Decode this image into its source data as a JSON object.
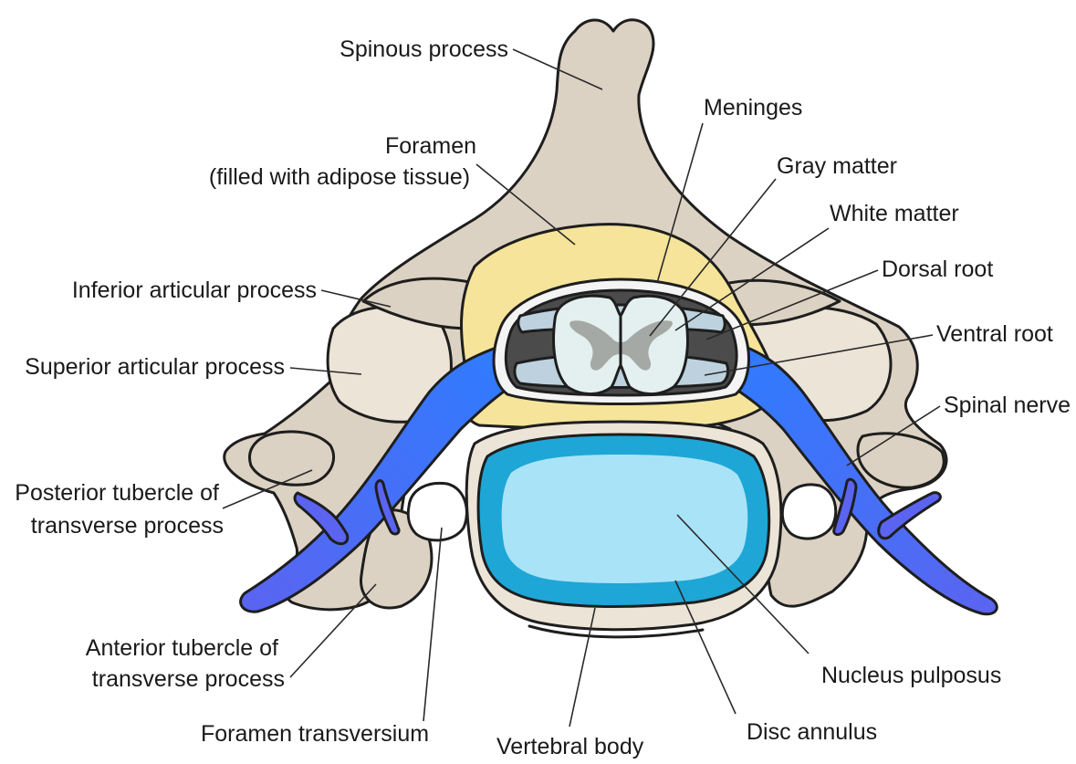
{
  "labels": {
    "spinous_process": "Spinous process",
    "meninges": "Meninges",
    "foramen_line1": "Foramen",
    "foramen_line2": "(filled with adipose tissue)",
    "gray_matter": "Gray matter",
    "white_matter": "White matter",
    "dorsal_root": "Dorsal root",
    "inferior_articular_process": "Inferior articular process",
    "ventral_root": "Ventral root",
    "superior_articular_process": "Superior articular process",
    "spinal_nerve": "Spinal nerve",
    "posterior_tubercle_line1": "Posterior tubercle of",
    "posterior_tubercle_line2": "transverse process",
    "anterior_tubercle_line1": "Anterior tubercle of",
    "anterior_tubercle_line2": "transverse process",
    "nucleus_pulposus": "Nucleus pulposus",
    "foramen_transversium": "Foramen transversium",
    "vertebral_body": "Vertebral body",
    "disc_annulus": "Disc annulus"
  },
  "colors": {
    "bone": "#dcd2c3",
    "bone_light": "#ece4d7",
    "adipose": "#f5e49a",
    "meninges_band": "#f4f4f4",
    "csf_dark": "#4b4b4b",
    "white_matter": "#e4efef",
    "gray_matter": "#a5a9a6",
    "roots": "#bdd2de",
    "nerve": "#4f63f0",
    "nerve_light": "#2f8bff",
    "disc_annulus": "#1ea6d6",
    "nucleus": "#a9e3f8",
    "outline": "#1e1e1e"
  }
}
